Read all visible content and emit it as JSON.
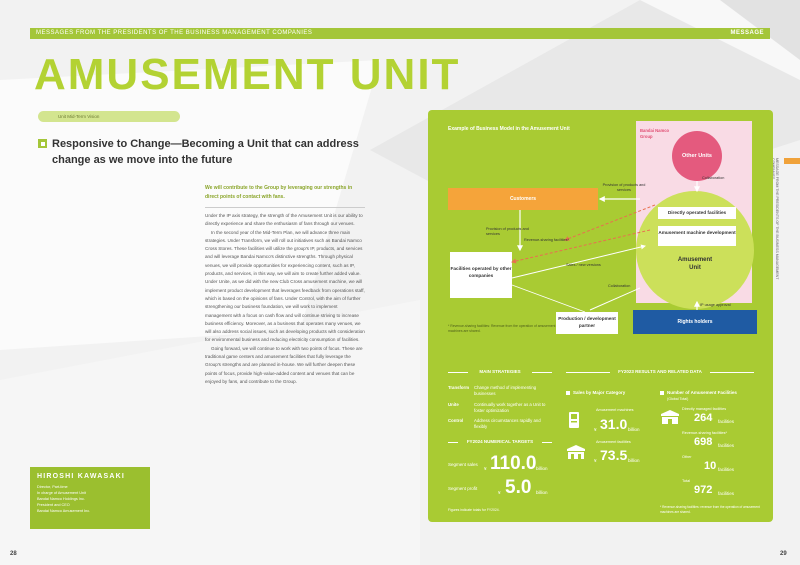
{
  "header": {
    "bar_left": "MESSAGES FROM THE PRESIDENTS OF THE BUSINESS MANAGEMENT COMPANIES",
    "bar_right": "MESSAGE",
    "title": "AMUSEMENT UNIT",
    "pill": "Unit Mid-Term Vision"
  },
  "left": {
    "subhead": "Responsive to Change—Becoming a Unit that can address change as we move into the future",
    "intro": "We will contribute to the Group by leveraging our strengths in direct points of contact with fans.",
    "body": [
      "Under the IP axis strategy, the strength of the Amusement Unit is our ability to directly experience and share the enthusiasm of fans through our venues.",
      "In the second year of the Mid-Term Plan, we will advance three main strategies. Under Transform, we will roll out initiatives such as Bandai Namco Cross Stores. These facilities will utilize the group's IP, products, and services and will leverage Bandai Namco's distinctive strengths. Through physical venues, we will provide opportunities for experiencing content, such as IP, products, and services, in this way, we will aim to create further added value. Under Unite, as we did with the new Club Cross amusement machine, we will implement product development that leverages feedback from operations staff, which is based on the opinions of fans. Under Control, with the aim of further strengthening our business foundation, we will work to implement management with a focus on cash flow and will continue striving to increase business efficiency. Moreover, as a business that operates many venues, we will also address social issues, such as developing products with consideration for environmental business and reducing electricity consumption of facilities.",
      "Going forward, we will continue to work with two points of focus. These are traditional game centers and amusement facilities that fully leverage the Group's strengths and are planned in-house. We will further deepen these points of focus, provide high-value-added content and venues that can be enjoyed by fans, and contribute to the Group."
    ],
    "profile": {
      "name": "HIROSHI KAWASAKI",
      "lines": [
        "Director, Part-time",
        "In charge of Amusement Unit",
        "Bandai Namco Holdings Inc.",
        "President and CEO",
        "Bandai Namco Amusement Inc."
      ]
    },
    "page_left": "28"
  },
  "diagram": {
    "title": "Example of Business Model in the Amusement Unit",
    "group_label": "Bandai Namco Group",
    "other_units": "Other Units",
    "collaboration_top": "Collaboration",
    "provision_top": "Provision of products and services",
    "directly_operated": "Directly operated facilities",
    "machine_dev": "Amusement machine development",
    "amusement_unit": "Amusement Unit",
    "customers": "Customers",
    "provision_left": "Provision of products and services",
    "revenue_sharing": "Revenue-sharing facilities*",
    "sales_new": "Sales / new versions",
    "facilities_other": "Facilities operated by other companies",
    "collaboration_mid": "Collaboration",
    "production": "Production / development partner",
    "rights": "Rights holders",
    "ip_usage": "IP usage approval",
    "note": "* Revenue-sharing facilities: Revenue from the operation of amusement machines are shared."
  },
  "strategies": {
    "title": "MAIN STRATEGIES",
    "items": [
      {
        "k": "Transform",
        "v": "Change method of implementing businesses"
      },
      {
        "k": "Unite",
        "v": "Continually work together as a Unit to foster optimization"
      },
      {
        "k": "Control",
        "v": "Address circumstances rapidly and flexibly"
      }
    ]
  },
  "targets": {
    "title": "FY2024 NUMERICAL TARGETS",
    "sales_label": "Segment sales",
    "sales_prefix": "¥",
    "sales_value": "110.0",
    "sales_unit": "billion",
    "profit_label": "Segment profit",
    "profit_prefix": "¥",
    "profit_value": "5.0",
    "profit_unit": "billion",
    "footnote": "Figures indicate totals for FY2024."
  },
  "results": {
    "title": "FY2023 RESULTS AND RELATED DATA",
    "sales_header": "Sales by Major Category",
    "machines_label": "Amusement machines",
    "machines_prefix": "¥",
    "machines_value": "31.0",
    "machines_unit": "billion",
    "facilities_label": "Amusement facilities",
    "facilities_prefix": "¥",
    "facilities_value": "73.5",
    "facilities_unit": "billion",
    "num_header": "Number of Amusement Facilities",
    "num_sub": "(Global Total)",
    "rows": [
      {
        "label": "Directly managed facilities",
        "value": "264",
        "unit": "facilities"
      },
      {
        "label": "Revenue-sharing facilities*",
        "value": "698",
        "unit": "facilities"
      },
      {
        "label": "Other",
        "value": "10",
        "unit": "facilities"
      },
      {
        "label": "Total",
        "value": "972",
        "unit": "facilities"
      }
    ],
    "footnote": "* Revenue-sharing facilities: revenue from the operation of amusement machines are shared."
  },
  "page_right": "29",
  "side_vertical": "MESSAGE FROM THE PRESIDENTS OF THE BUSINESS MANAGEMENT COMPANIES"
}
